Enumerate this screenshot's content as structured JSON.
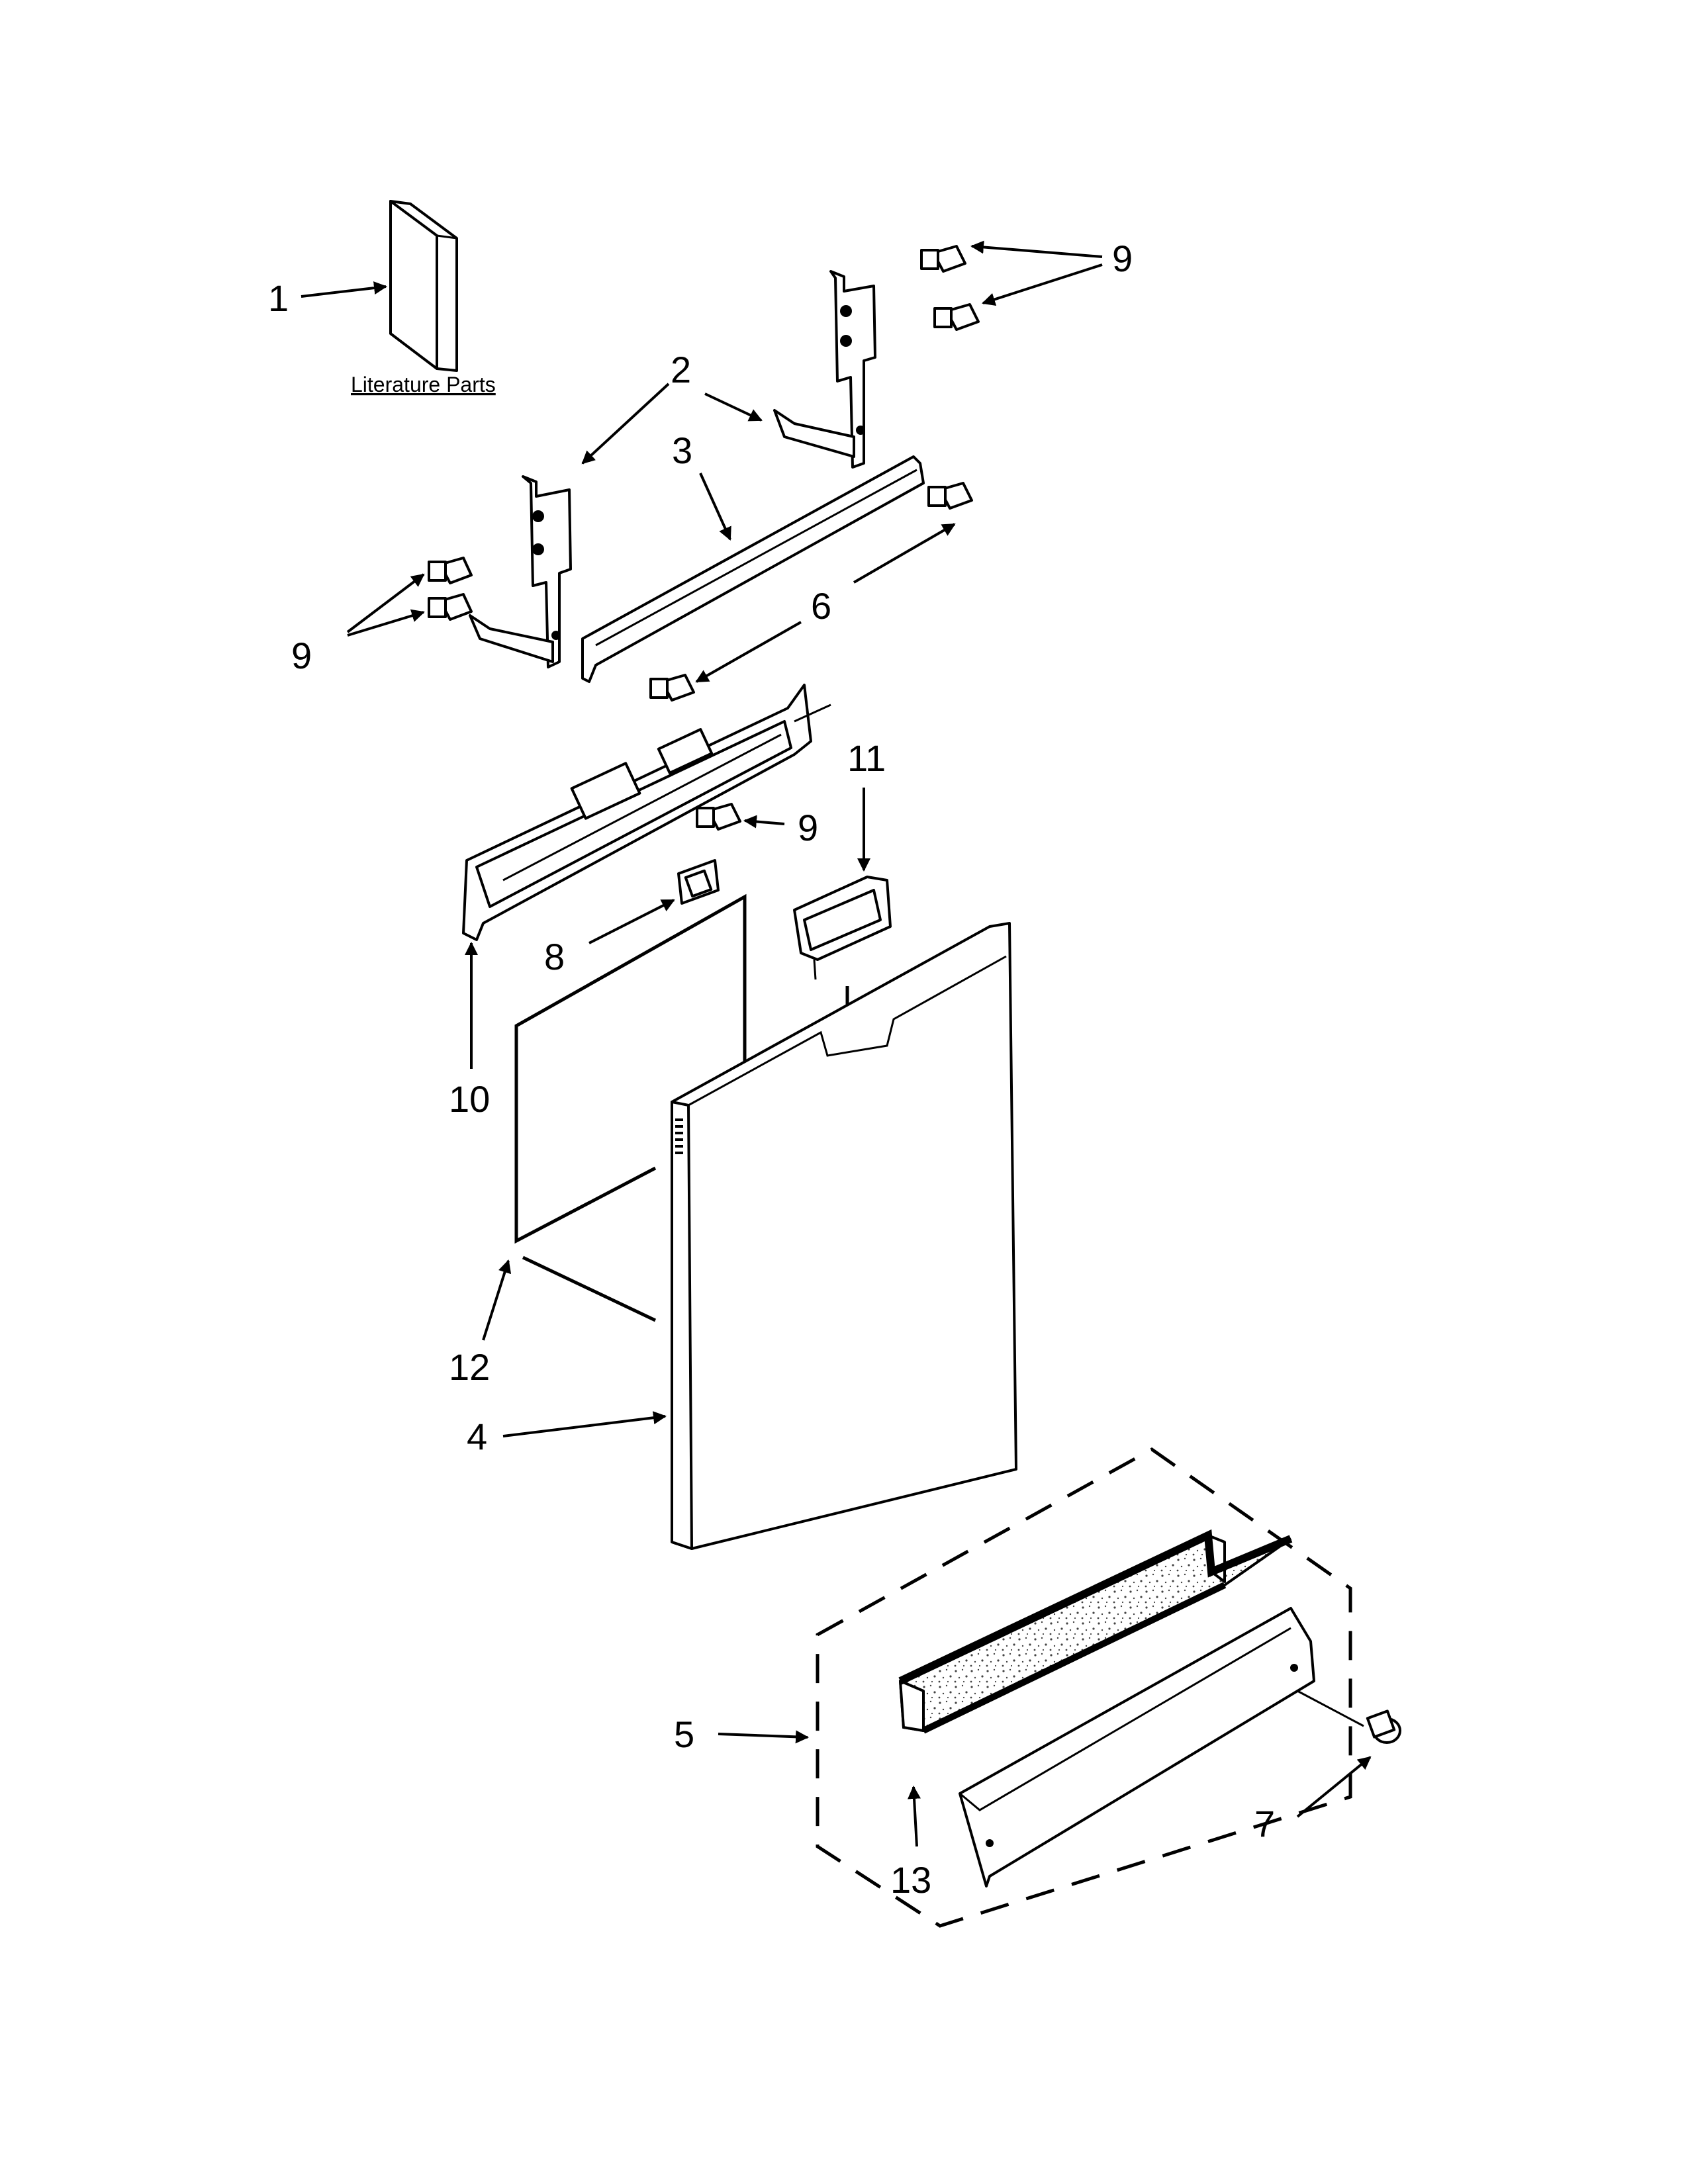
{
  "diagram": {
    "literature_caption": "Literature Parts",
    "callouts": {
      "c1": "1",
      "c2": "2",
      "c3": "3",
      "c4": "4",
      "c5": "5",
      "c6": "6",
      "c7": "7",
      "c8": "8",
      "c9a": "9",
      "c9b": "9",
      "c9c": "9",
      "c10": "10",
      "c11": "11",
      "c12": "12",
      "c13": "13"
    }
  }
}
